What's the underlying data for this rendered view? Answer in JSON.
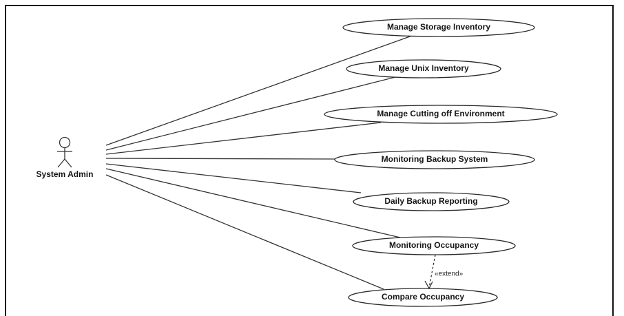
{
  "actor": {
    "label": "System Admin",
    "icon": "stick-figure-icon"
  },
  "use_cases": [
    {
      "id": "storage",
      "label": "Manage Storage Inventory"
    },
    {
      "id": "unix",
      "label": "Manage Unix Inventory"
    },
    {
      "id": "cutting",
      "label": "Manage Cutting off Environment"
    },
    {
      "id": "backup-monitor",
      "label": "Monitoring Backup System"
    },
    {
      "id": "daily-backup",
      "label": "Daily Backup Reporting"
    },
    {
      "id": "occupancy-monitor",
      "label": "Monitoring Occupancy"
    },
    {
      "id": "occupancy-compare",
      "label": "Compare Occupancy"
    }
  ],
  "associations": [
    {
      "from": "actor",
      "to": "storage"
    },
    {
      "from": "actor",
      "to": "unix"
    },
    {
      "from": "actor",
      "to": "cutting"
    },
    {
      "from": "actor",
      "to": "backup-monitor"
    },
    {
      "from": "actor",
      "to": "daily-backup"
    },
    {
      "from": "actor",
      "to": "occupancy-monitor"
    },
    {
      "from": "actor",
      "to": "occupancy-compare"
    }
  ],
  "relationships": [
    {
      "type": "extend",
      "label": "«extend»",
      "from": "occupancy-monitor",
      "to": "occupancy-compare"
    }
  ],
  "colors": {
    "stroke": "#333333",
    "frame": "#111111",
    "background": "#ffffff",
    "text": "#151515"
  }
}
